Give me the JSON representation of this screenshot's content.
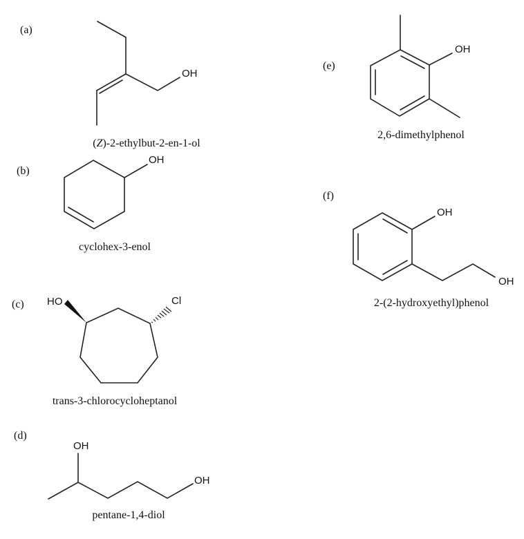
{
  "compounds": [
    {
      "label": "(a)",
      "name_prefix": "(",
      "name_italic": "Z",
      "name_suffix": ")-2-ethylbut-2-en-1-ol",
      "atoms": [
        "OH"
      ]
    },
    {
      "label": "(b)",
      "name": "cyclohex-3-enol",
      "atoms": [
        "OH"
      ]
    },
    {
      "label": "(c)",
      "name": "trans-3-chlorocycloheptanol",
      "atoms": [
        "HO",
        "Cl"
      ]
    },
    {
      "label": "(d)",
      "name": "pentane-1,4-diol",
      "atoms": [
        "OH",
        "OH"
      ]
    },
    {
      "label": "(e)",
      "name": "2,6-dimethylphenol",
      "atoms": [
        "OH"
      ]
    },
    {
      "label": "(f)",
      "name": "2-(2-hydroxyethyl)phenol",
      "atoms": [
        "OH",
        "OH"
      ]
    }
  ]
}
